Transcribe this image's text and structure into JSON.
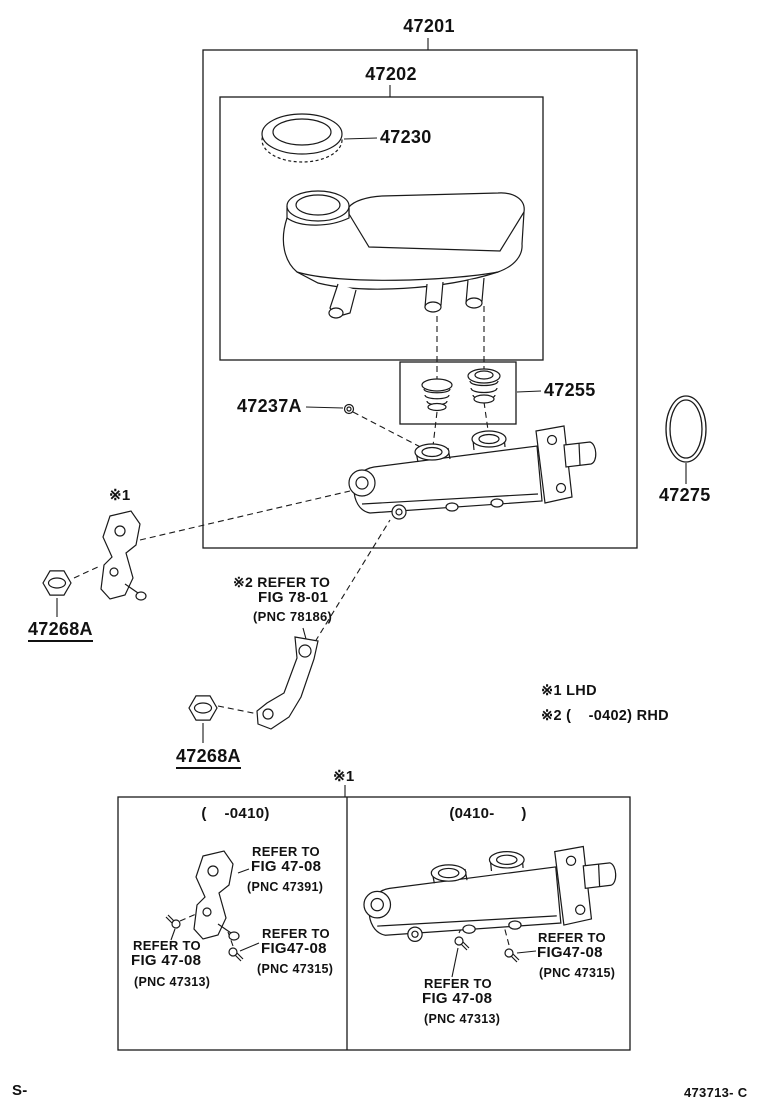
{
  "diagram": {
    "part_labels": {
      "p47201": "47201",
      "p47202": "47202",
      "p47230": "47230",
      "p47255": "47255",
      "p47237a": "47237A",
      "p47275": "47275",
      "p47268a_left": "47268A",
      "p47268a_lower": "47268A"
    },
    "marks": {
      "star1_bracket": "※1",
      "star1_table": "※1"
    },
    "ref_fig78": {
      "line1": "※2 REFER TO",
      "line2": "FIG 78-01",
      "line3": "(PNC 78186)"
    },
    "legend": {
      "line1": "※1 LHD",
      "line2": "※2 (    -0402) RHD"
    }
  },
  "variant_table": {
    "left_header": "(    -0410)",
    "right_header": "(0410-      )",
    "left": {
      "ref_top": {
        "line1": "REFER TO",
        "line2": "FIG 47-08",
        "line3": "(PNC 47391)"
      },
      "ref_bottom_left": {
        "line1": "REFER TO",
        "line2": "FIG 47-08",
        "line3": "(PNC 47313)"
      },
      "ref_bottom_right": {
        "line1": "REFER TO",
        "line2": "FIG47-08",
        "line3": "(PNC 47315)"
      }
    },
    "right": {
      "ref_right": {
        "line1": "REFER TO",
        "line2": "FIG47-08",
        "line3": "(PNC 47315)"
      },
      "ref_bottom": {
        "line1": "REFER TO",
        "line2": "FIG 47-08",
        "line3": "(PNC 47313)"
      }
    }
  },
  "footer": {
    "left": "S-",
    "right": "473713- C"
  }
}
